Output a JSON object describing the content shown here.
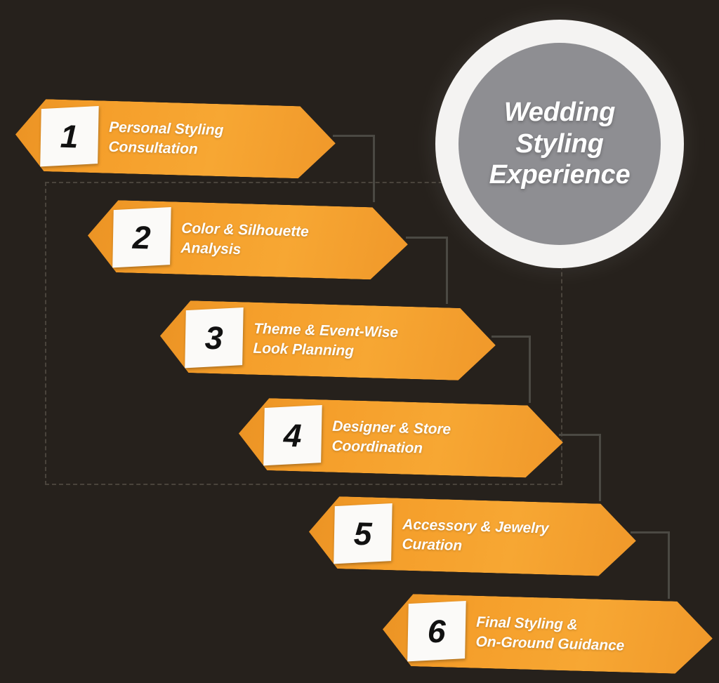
{
  "background_color": "#26211c",
  "accent_color": "#f5a02b",
  "hero": {
    "title": "Wedding\nStyling\nExperience",
    "ring_color": "#f4f3f2",
    "disc_color": "#8e8e92",
    "text_color": "#ffffff"
  },
  "steps": [
    {
      "number": "1",
      "label": "Personal Styling\nConsultation"
    },
    {
      "number": "2",
      "label": "Color & Silhouette\nAnalysis"
    },
    {
      "number": "3",
      "label": "Theme & Event-Wise\nLook Planning"
    },
    {
      "number": "4",
      "label": "Designer & Store\nCoordination"
    },
    {
      "number": "5",
      "label": "Accessory & Jewelry\nCuration"
    },
    {
      "number": "6",
      "label": "Final Styling &\nOn-Ground Guidance"
    }
  ],
  "connectors": {
    "color": "#4b4943",
    "count": 5
  },
  "frame": {
    "style": "dashed",
    "color": "#4a443c"
  }
}
